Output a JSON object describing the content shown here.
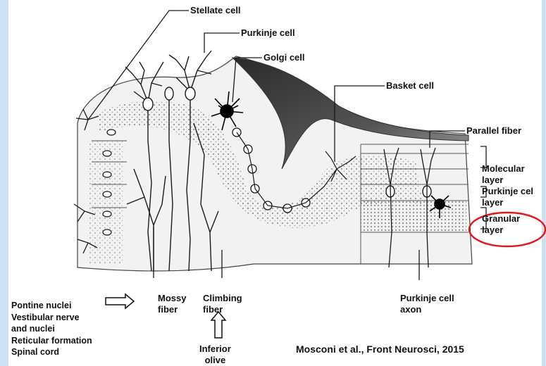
{
  "labels": {
    "stellate_cell": "Stellate cell",
    "purkinje_cell": "Purkinje cell",
    "golgi_cell": "Golgi cell",
    "basket_cell": "Basket cell",
    "parallel_fiber": "Parallel fiber",
    "molecular_layer_1": "Molecular",
    "molecular_layer_2": "layer",
    "purkinje_layer_1": "Purkinje cel",
    "purkinje_layer_2": "layer",
    "granular_layer_1": "Granular",
    "granular_layer_2": "layer",
    "mossy_fiber_1": "Mossy",
    "mossy_fiber_2": "fiber",
    "climbing_fiber_1": "Climbing",
    "climbing_fiber_2": "fiber",
    "purkinje_axon_1": "Purkinje cell",
    "purkinje_axon_2": "axon",
    "inferior_olive_1": "Inferior",
    "inferior_olive_2": "olive",
    "inputs": [
      "Pontine nuclei",
      "Vestibular nerve",
      "and nuclei",
      "Reticular formation",
      "Spinal cord"
    ]
  },
  "citation": "Mosconi et al., Front Neurosci, 2015",
  "colors": {
    "highlight": "#e0191f",
    "background": "#cfe0f3"
  }
}
